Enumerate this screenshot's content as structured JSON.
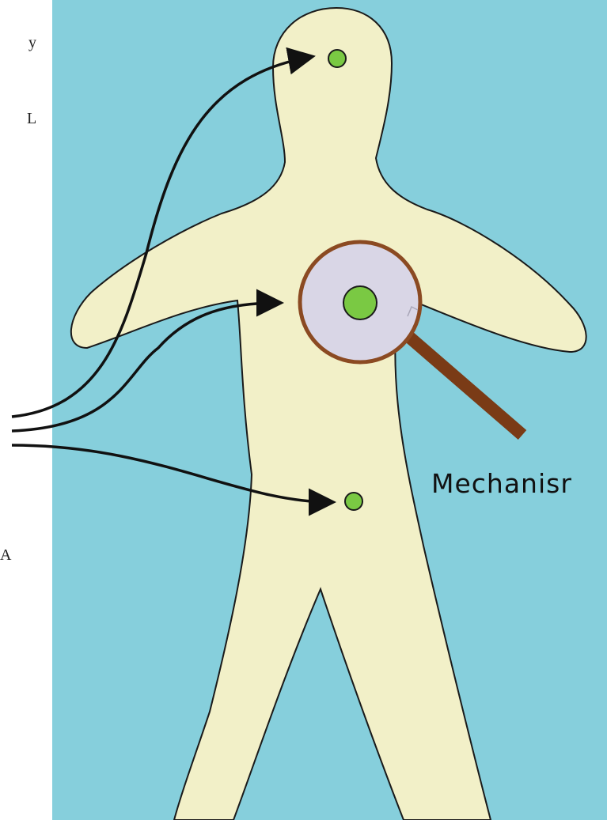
{
  "left_margin_text": [
    "y",
    "L",
    "A"
  ],
  "label": "Mechanisr",
  "colors": {
    "background": "#86cfdc",
    "body": "#f2f0c8",
    "point": "#7ac943",
    "lens_rim": "#8b4a22",
    "lens_glass": "#d9d6e6",
    "handle": "#7a3b16",
    "arrow": "#111111"
  }
}
